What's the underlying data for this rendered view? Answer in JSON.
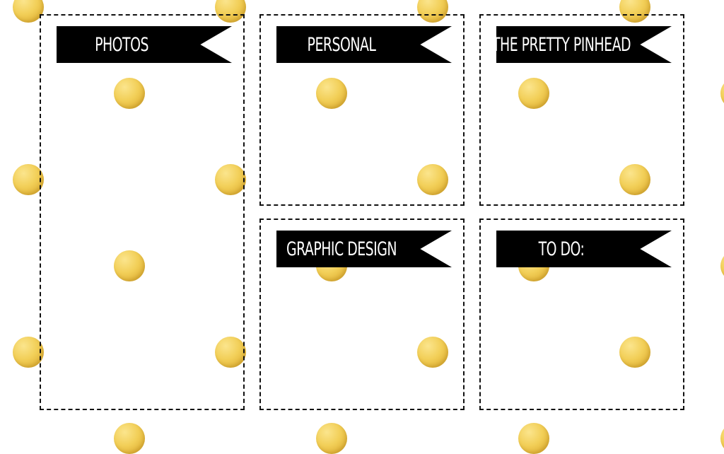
{
  "page": {
    "background_color": "#ffffff",
    "dot_color": "#f2cf58",
    "banner_color": "#000000",
    "border_color": "#111111"
  },
  "sections": [
    {
      "id": "photos",
      "title": "PHOTOS"
    },
    {
      "id": "personal",
      "title": "PERSONAL"
    },
    {
      "id": "the-pretty-pinhead",
      "title": "THE PRETTY PINHEAD"
    },
    {
      "id": "graphic-design",
      "title": "GRAPHIC DESIGN"
    },
    {
      "id": "to-do",
      "title": "TO DO:"
    }
  ]
}
